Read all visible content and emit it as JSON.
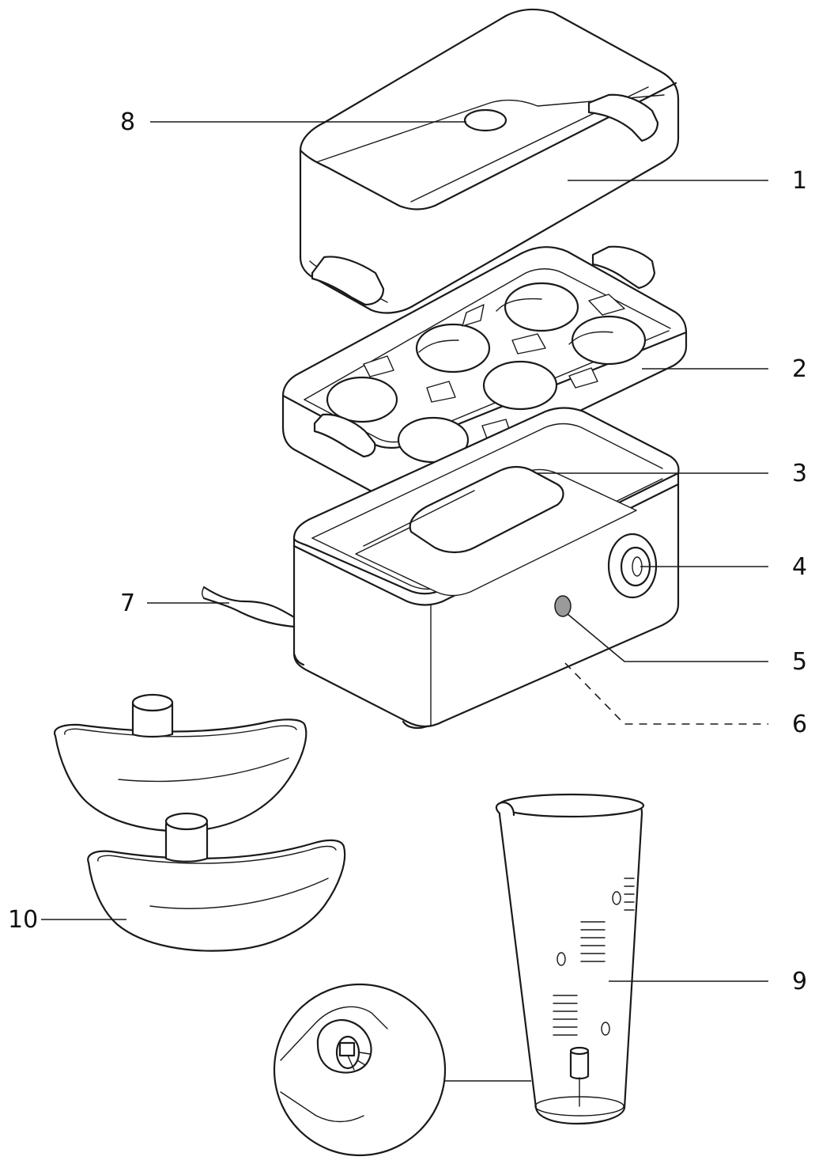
{
  "callouts": [
    {
      "id": "1",
      "label": "1"
    },
    {
      "id": "2",
      "label": "2"
    },
    {
      "id": "3",
      "label": "3"
    },
    {
      "id": "4",
      "label": "4"
    },
    {
      "id": "5",
      "label": "5"
    },
    {
      "id": "6",
      "label": "6"
    },
    {
      "id": "7",
      "label": "7"
    },
    {
      "id": "8",
      "label": "8"
    },
    {
      "id": "9",
      "label": "9"
    },
    {
      "id": "10",
      "label": "10"
    }
  ],
  "colors": {
    "line": "#1a1a1a",
    "background": "#ffffff",
    "indicator": "#9a9a9a"
  }
}
